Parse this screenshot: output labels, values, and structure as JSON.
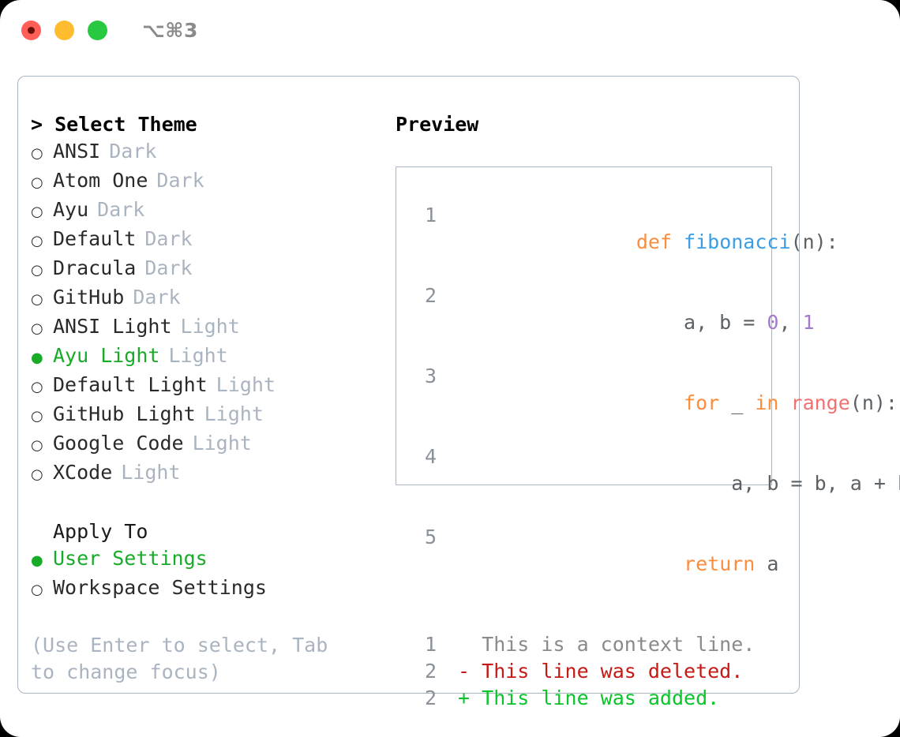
{
  "window": {
    "shortcut": "⌥⌘3",
    "traffic_lights": [
      {
        "name": "close",
        "color": "#ff5f57"
      },
      {
        "name": "minimize",
        "color": "#febc2e"
      },
      {
        "name": "zoom",
        "color": "#28c840"
      }
    ]
  },
  "theme_list": {
    "header": "> Select Theme",
    "options": [
      {
        "bullet": "○",
        "label": "ANSI",
        "tag": "Dark",
        "selected": false
      },
      {
        "bullet": "○",
        "label": "Atom One",
        "tag": "Dark",
        "selected": false
      },
      {
        "bullet": "○",
        "label": "Ayu",
        "tag": "Dark",
        "selected": false
      },
      {
        "bullet": "○",
        "label": "Default",
        "tag": "Dark",
        "selected": false
      },
      {
        "bullet": "○",
        "label": "Dracula",
        "tag": "Dark",
        "selected": false
      },
      {
        "bullet": "○",
        "label": "GitHub",
        "tag": "Dark",
        "selected": false
      },
      {
        "bullet": "○",
        "label": "ANSI Light",
        "tag": "Light",
        "selected": false
      },
      {
        "bullet": "●",
        "label": "Ayu Light",
        "tag": "Light",
        "selected": true
      },
      {
        "bullet": "○",
        "label": "Default Light",
        "tag": "Light",
        "selected": false
      },
      {
        "bullet": "○",
        "label": "GitHub Light",
        "tag": "Light",
        "selected": false
      },
      {
        "bullet": "○",
        "label": "Google Code",
        "tag": "Light",
        "selected": false
      },
      {
        "bullet": "○",
        "label": "XCode",
        "tag": "Light",
        "selected": false
      }
    ]
  },
  "apply_to": {
    "header": "Apply To",
    "options": [
      {
        "bullet": "●",
        "label": "User Settings",
        "selected": true
      },
      {
        "bullet": "○",
        "label": "Workspace Settings",
        "selected": false
      }
    ]
  },
  "hint": "(Use Enter to select, Tab to change focus)",
  "preview": {
    "title": "Preview",
    "code_lines": [
      {
        "lineno": "1",
        "tokens": [
          {
            "text": "def ",
            "cls": "tk-kw"
          },
          {
            "text": "fibonacci",
            "cls": "tk-fn"
          },
          {
            "text": "(n):",
            "cls": "tk-txt"
          }
        ]
      },
      {
        "lineno": "2",
        "tokens": [
          {
            "text": "    a, b = ",
            "cls": "tk-txt"
          },
          {
            "text": "0",
            "cls": "tk-num"
          },
          {
            "text": ", ",
            "cls": "tk-txt"
          },
          {
            "text": "1",
            "cls": "tk-num"
          }
        ]
      },
      {
        "lineno": "3",
        "tokens": [
          {
            "text": "    ",
            "cls": "tk-txt"
          },
          {
            "text": "for",
            "cls": "tk-kw"
          },
          {
            "text": " _ ",
            "cls": "tk-txt"
          },
          {
            "text": "in ",
            "cls": "tk-kw"
          },
          {
            "text": "range",
            "cls": "tk-call"
          },
          {
            "text": "(n):",
            "cls": "tk-txt"
          }
        ]
      },
      {
        "lineno": "4",
        "tokens": [
          {
            "text": "        a, b = b, a + b",
            "cls": "tk-txt"
          }
        ]
      },
      {
        "lineno": "5",
        "tokens": [
          {
            "text": "    ",
            "cls": "tk-txt"
          },
          {
            "text": "return",
            "cls": "tk-kw"
          },
          {
            "text": " a",
            "cls": "tk-txt"
          }
        ]
      }
    ],
    "diff_lines": [
      {
        "lineno": "1",
        "tokens": [
          {
            "text": "   This is a context line.",
            "cls": "tk-ctx"
          }
        ]
      },
      {
        "lineno": "2",
        "tokens": [
          {
            "text": " - This line was deleted.",
            "cls": "tk-del"
          }
        ]
      },
      {
        "lineno": "2",
        "tokens": [
          {
            "text": " + This line was added.",
            "cls": "tk-add"
          }
        ]
      }
    ]
  }
}
